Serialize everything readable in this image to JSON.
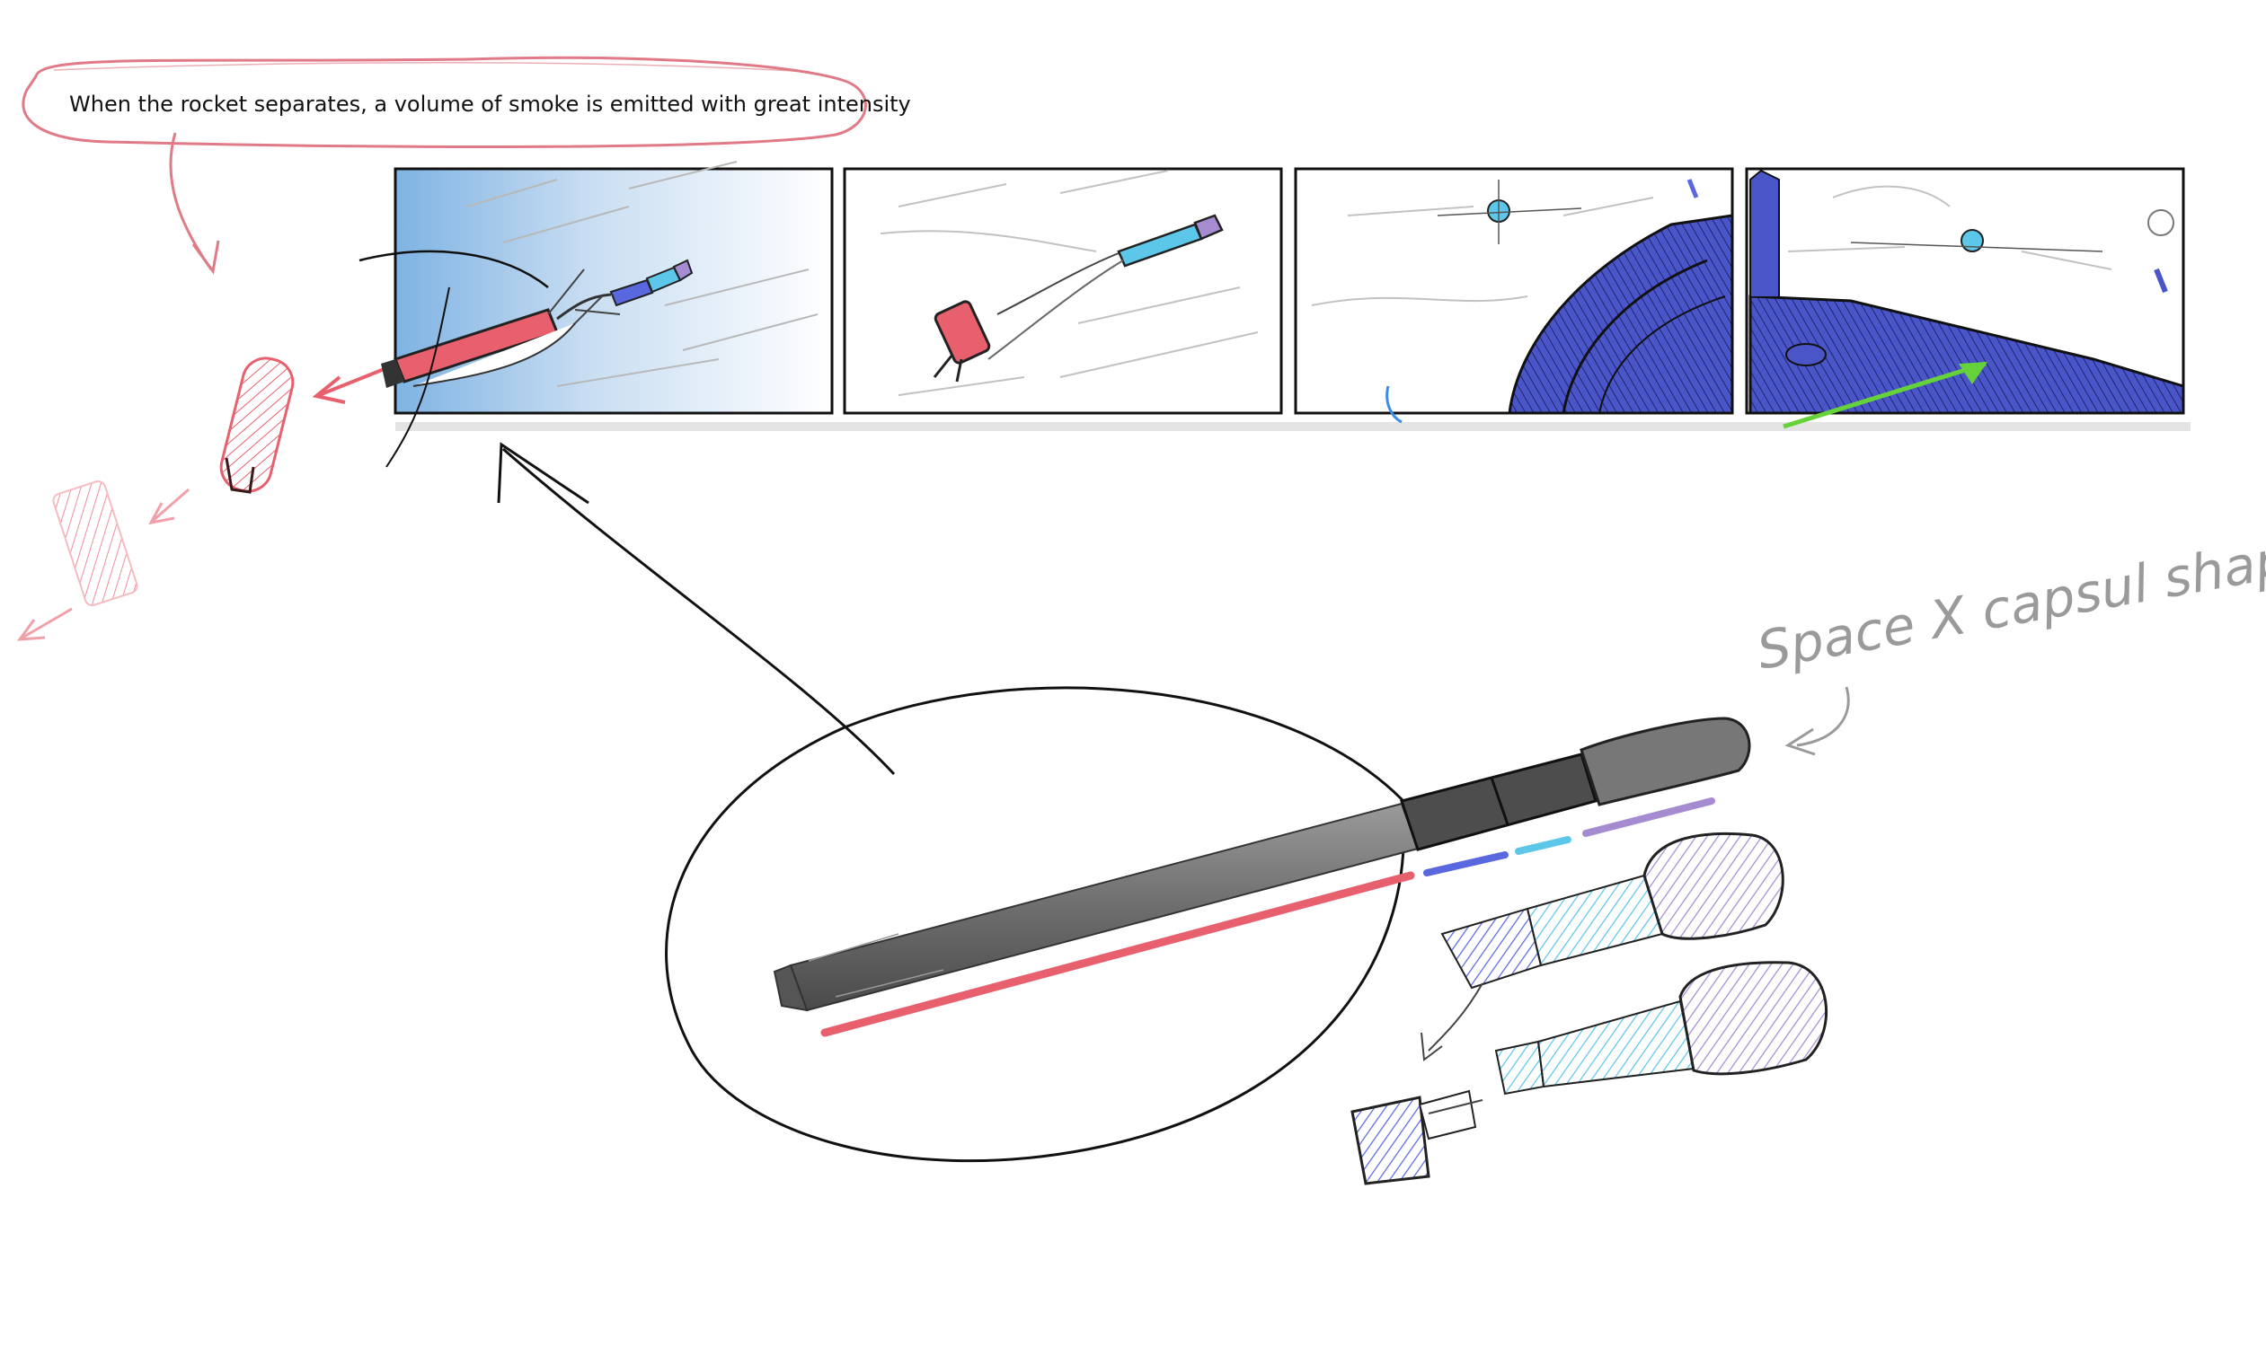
{
  "note": {
    "text": "When the rocket separates, a volume of smoke is emitted with great intensity"
  },
  "annotation": {
    "text": "Space X capsul shape"
  },
  "storyboard": {
    "panel_count": 4,
    "panels": [
      {
        "scene": "booster-separation"
      },
      {
        "scene": "rocket-ascent"
      },
      {
        "scene": "station-approach"
      },
      {
        "scene": "station-docking"
      }
    ]
  },
  "colors": {
    "note_outline": "#e07a86",
    "panel_border": "#111111",
    "booster": "#e8606e",
    "stage_blue": "#5a68e0",
    "stage_cyan": "#5cc7e8",
    "capsule_purple": "#a58cd0",
    "station_blue": "#4a55c8",
    "rocket_gray": "#7a7a7a",
    "accent_green": "#66d23a",
    "handwriting_gray": "#9a9a9a"
  },
  "icons": {
    "arrow": "curved-arrow-icon",
    "rocket": "rocket-icon"
  }
}
